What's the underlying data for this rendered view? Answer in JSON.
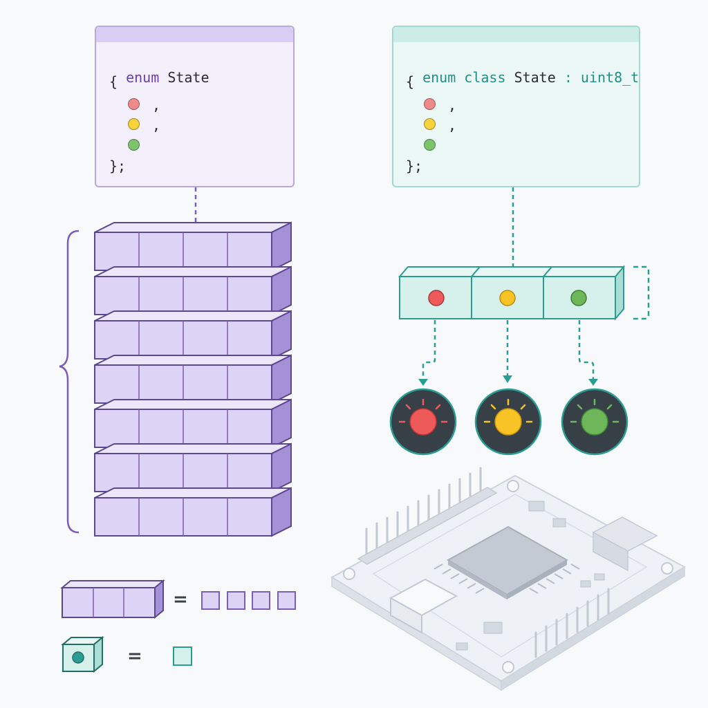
{
  "colors": {
    "purple": "#7b5cb8",
    "purple_fill": "#ddd3f4",
    "purple_side": "#a592d6",
    "teal": "#2a9d92",
    "teal_fill": "#d6f0ec",
    "red": "#ee5a5a",
    "yellow": "#f7c325",
    "green": "#6db65a",
    "dark_bulb": "#374047"
  },
  "left_panel": {
    "line1_keyword": "enum",
    "line1_name": "State",
    "open_brace": "{",
    "comma1": ",",
    "comma2": ",",
    "close_brace": "};",
    "dot_colors": [
      "red-dot",
      "yellow-dot",
      "green-dot"
    ]
  },
  "right_panel": {
    "line1_keyword": "enum class",
    "line1_name": "State",
    "line1_colon": ":",
    "line1_type": "uint8_t",
    "open_brace": "{",
    "comma1": ",",
    "comma2": ",",
    "close_brace": "};",
    "dot_colors": [
      "red-dot",
      "yellow-dot",
      "green-dot"
    ]
  },
  "legend": {
    "equals_1": "=",
    "equals_2": "="
  }
}
